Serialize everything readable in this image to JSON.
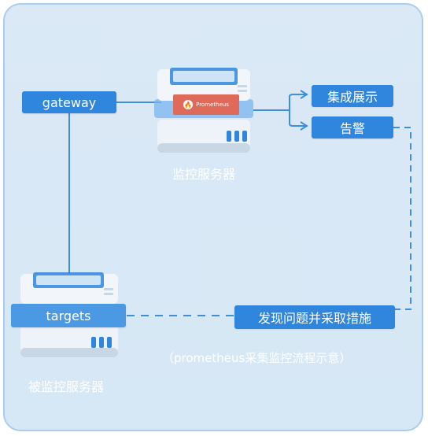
{
  "nodes": {
    "gateway": "gateway",
    "targets": "targets",
    "integrate_display": "集成展示",
    "alert": "告警",
    "action": "发现问题并采取措施"
  },
  "servers": {
    "monitor_caption": "监控服务器",
    "monitored_caption": "被监控服务器",
    "badge_text": "Prometheus"
  },
  "note": "（prometheus采集监控流程示意）",
  "colors": {
    "panel_bg": "#d8e8f5",
    "accent": "#2f86dc",
    "badge": "#e06a59",
    "line": "#3b8ee0"
  }
}
